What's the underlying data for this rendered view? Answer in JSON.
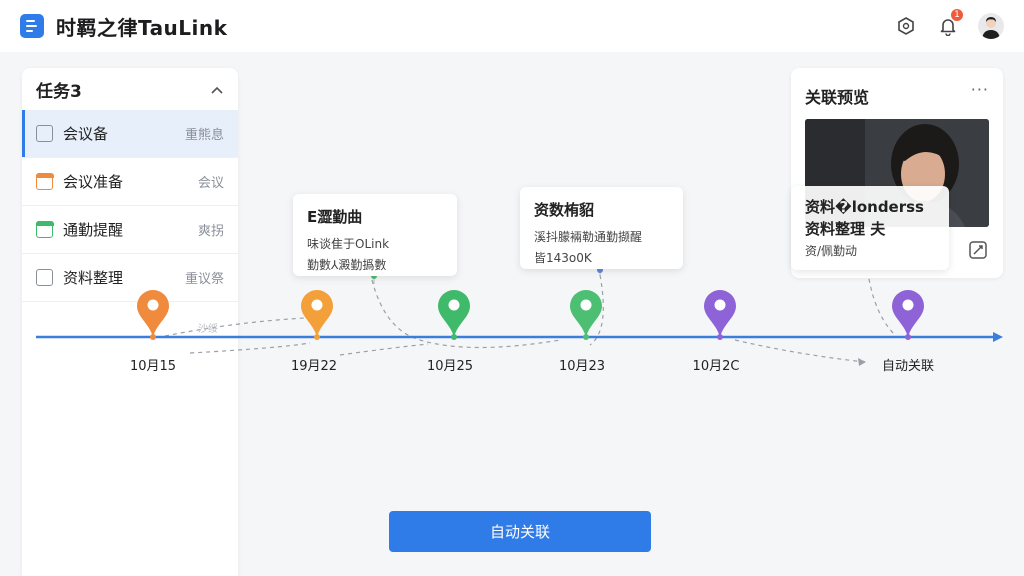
{
  "header": {
    "title": "时羁之律TauLink",
    "notification_count": "1",
    "icons": [
      "list-icon",
      "hexagon-icon",
      "bell-icon",
      "user-avatar"
    ]
  },
  "sidebar": {
    "title": "任务3",
    "items": [
      {
        "label": "会议备",
        "meta": "重熊息",
        "active": true,
        "color": "gray"
      },
      {
        "label": "会议准备",
        "meta": "会议",
        "active": false,
        "color": "orange"
      },
      {
        "label": "通勤提醒",
        "meta": "爽拐",
        "active": false,
        "color": "green"
      },
      {
        "label": "资料整理",
        "meta": "重议祭",
        "active": false,
        "color": "gray"
      }
    ]
  },
  "timeline": {
    "dates": [
      "10月15",
      "19月22",
      "10月25",
      "10月23",
      "10月2C",
      "自动关联"
    ],
    "stray_text": "沙绥",
    "pin_colors": [
      "#f08a3c",
      "#f3a03a",
      "#3fb96a",
      "#4cbf72",
      "#8e63d8",
      "#8e63d8"
    ]
  },
  "cards": [
    {
      "title": "E澀勤曲",
      "lines": [
        "味谈隹于OLink",
        "勤數⅄澱勤撝數"
      ]
    },
    {
      "title": "资数栯貂",
      "lines": [
        "溪抖朦裲勒通勤撷醒",
        "皆143o0K"
      ]
    }
  ],
  "preview": {
    "title": "关联预览",
    "more": "···",
    "overlay_title_1": "资料�londerss",
    "overlay_title_2": "资料整理 夫",
    "overlay_line": "资/佩勤动"
  },
  "button": {
    "label": "自动关联"
  },
  "colors": {
    "accent": "#2f7be8",
    "badge": "#ef5a3c"
  }
}
